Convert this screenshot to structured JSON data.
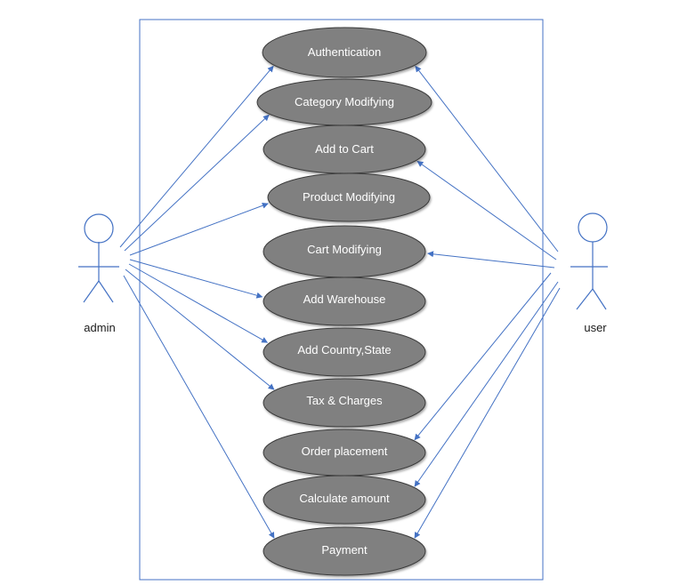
{
  "diagram": {
    "type": "use-case-diagram",
    "colors": {
      "line": "#4472C4",
      "ellipse_fill": "#808080",
      "ellipse_stroke": "#3a3a3a",
      "ellipse_text": "#ffffff",
      "actor_text": "#1a1a1a"
    },
    "actors": [
      {
        "id": "admin",
        "label": "admin"
      },
      {
        "id": "user",
        "label": "user"
      }
    ],
    "use_cases": [
      {
        "id": "authentication",
        "label": "Authentication"
      },
      {
        "id": "category-modifying",
        "label": "Category Modifying"
      },
      {
        "id": "add-to-cart",
        "label": "Add to Cart"
      },
      {
        "id": "product-modifying",
        "label": "Product Modifying"
      },
      {
        "id": "cart-modifying",
        "label": "Cart Modifying"
      },
      {
        "id": "add-warehouse",
        "label": "Add Warehouse"
      },
      {
        "id": "add-country-state",
        "label": "Add Country,State"
      },
      {
        "id": "tax-charges",
        "label": "Tax & Charges"
      },
      {
        "id": "order-placement",
        "label": "Order placement"
      },
      {
        "id": "calculate-amount",
        "label": "Calculate amount"
      },
      {
        "id": "payment",
        "label": "Payment"
      }
    ],
    "associations": [
      {
        "from": "admin",
        "to": "authentication"
      },
      {
        "from": "admin",
        "to": "category-modifying"
      },
      {
        "from": "admin",
        "to": "product-modifying"
      },
      {
        "from": "admin",
        "to": "add-warehouse"
      },
      {
        "from": "admin",
        "to": "add-country-state"
      },
      {
        "from": "admin",
        "to": "tax-charges"
      },
      {
        "from": "admin",
        "to": "payment"
      },
      {
        "from": "user",
        "to": "authentication"
      },
      {
        "from": "user",
        "to": "add-to-cart"
      },
      {
        "from": "user",
        "to": "cart-modifying"
      },
      {
        "from": "user",
        "to": "order-placement"
      },
      {
        "from": "user",
        "to": "calculate-amount"
      },
      {
        "from": "user",
        "to": "payment"
      }
    ]
  }
}
